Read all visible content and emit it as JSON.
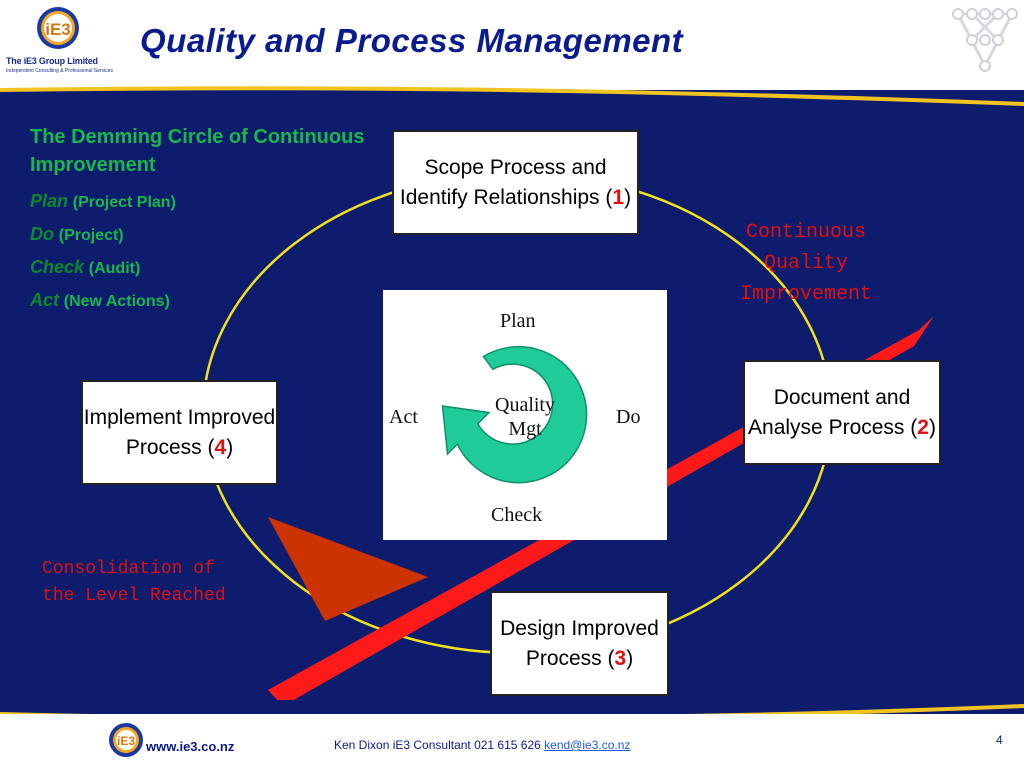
{
  "header": {
    "logo_letters": "iE3",
    "logo_name": "The iE3 Group Limited",
    "logo_tagline": "Independent Consulting & Professional Services",
    "title": "Quality  and Process Management"
  },
  "intro": {
    "title": "The Demming Circle of Continuous Improvement",
    "phases": [
      {
        "name": "Plan",
        "desc": "(Project Plan)"
      },
      {
        "name": "Do",
        "desc": "(Project)"
      },
      {
        "name": "Check",
        "desc": "(Audit)"
      },
      {
        "name": "Act",
        "desc": "(New Actions)"
      }
    ]
  },
  "steps": {
    "scope": {
      "text": "Scope Process and Identify Relationships (",
      "num": "1",
      "close": ")"
    },
    "document": {
      "text": "Document and Analyse Process (",
      "num": "2",
      "close": ")"
    },
    "design": {
      "text": "Design Improved Process (",
      "num": "3",
      "close": ")"
    },
    "implement": {
      "text": "Implement Improved Process (",
      "num": "4",
      "close": ")"
    }
  },
  "pdca": {
    "plan": "Plan",
    "do": "Do",
    "check": "Check",
    "act": "Act",
    "center_line1": "Quality",
    "center_line2": "Mgt"
  },
  "callouts": {
    "continuous_line1": "Continuous",
    "continuous_line2": "Quality",
    "continuous_line3": "Improvement",
    "consolidation_line1": "Consolidation of",
    "consolidation_line2": "the Level Reached"
  },
  "footer": {
    "url": "www.ie3.co.nz",
    "contact": "Ken Dixon  iE3 Consultant   021 615 626",
    "email": "kend@ie3.co.nz",
    "page": "4"
  },
  "colors": {
    "panel": "#0e1c6e",
    "title": "#0a1a8f",
    "green": "#19b84a",
    "red": "#e01010",
    "circle": "#f2e21a",
    "arrow": "#cc3300",
    "pdca": "#1fcc99"
  }
}
